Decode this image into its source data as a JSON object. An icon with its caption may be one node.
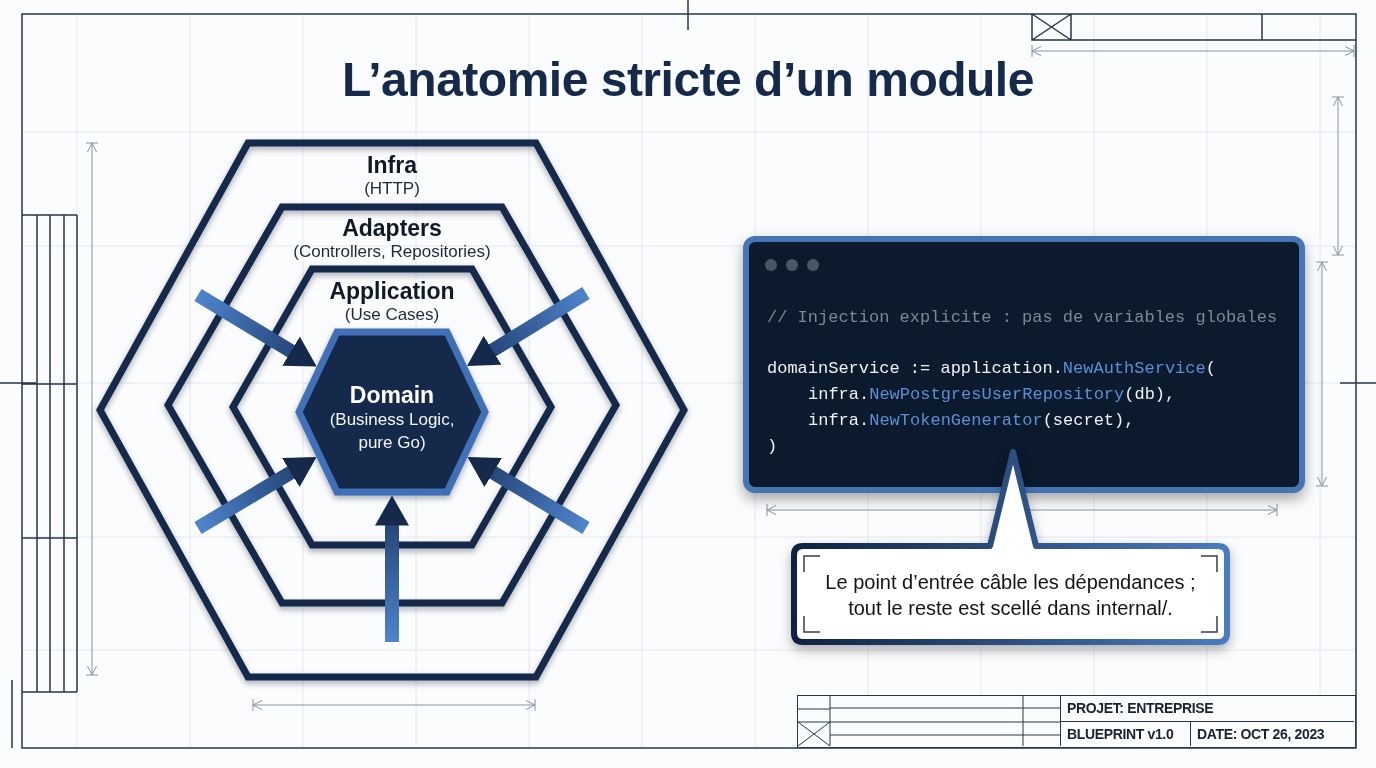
{
  "diagram": {
    "title": "L’anatomie stricte d’un module",
    "nodes": [
      {
        "text": [
          "Infra",
          "(HTTP)"
        ]
      },
      {
        "text": [
          "Adapters",
          "(Controllers, Repositories)"
        ],
        "in": 0
      },
      {
        "text": [
          "Application",
          "(Use Cases)"
        ],
        "in": 1
      },
      {
        "text": [
          "Domain",
          "(Business Logic, pure Go)"
        ],
        "in": 2
      },
      {
        "text": [
          "// Injection explicite : pas de variables globales",
          "domainService := application.NewAuthService(",
          "infra.NewPostgresUserRepository(db),",
          "infra.NewTokenGenerator(secret),",
          ")"
        ]
      },
      {
        "text": [
          "Le point d’entrée câble les dépendances ; tout le reste est scellé dans internal/."
        ]
      }
    ],
    "edges": [
      {
        "from": null,
        "to": 3,
        "arrow": "to"
      },
      {
        "from": null,
        "to": 3,
        "arrow": "to"
      },
      {
        "from": null,
        "to": 3,
        "arrow": "to"
      },
      {
        "from": null,
        "to": 3,
        "arrow": "to"
      },
      {
        "from": null,
        "to": 3,
        "arrow": "to"
      }
    ],
    "labels": [
      "PROJET: ENTREPRISE",
      "BLUEPRINT v1.0",
      "DATE: OCT 26, 2023"
    ]
  }
}
